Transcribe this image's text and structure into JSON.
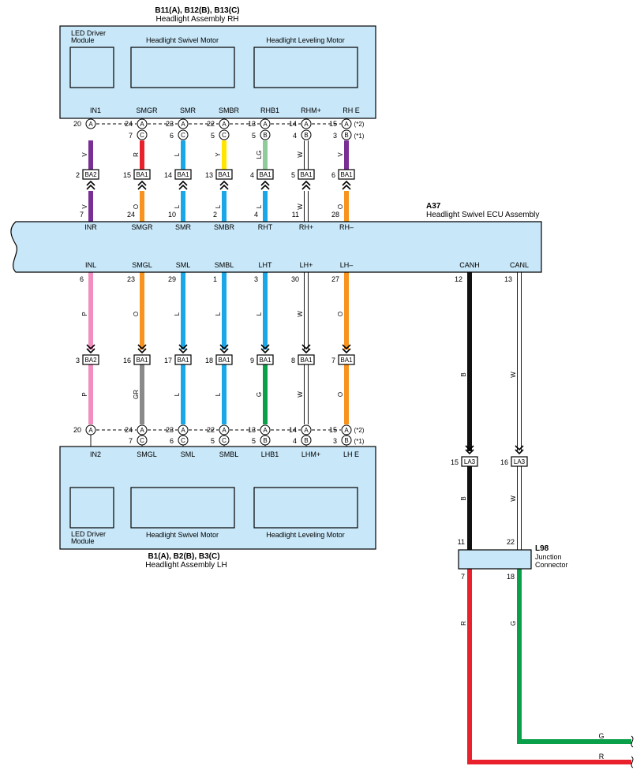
{
  "colors": {
    "V": "#7a2f95",
    "R": "#e8212d",
    "L": "#1aa7e8",
    "Y": "#ffe500",
    "LG": "#8fcc9a",
    "W": "#ffffff",
    "O": "#f7931e",
    "P": "#f28fbf",
    "GR": "#8a8a8a",
    "G": "#0aa04a",
    "B": "#111111",
    "box_fill": "#c8e7f8",
    "line": "#000000"
  },
  "rh_assembly": {
    "codes": "B11(A), B12(B), B13(C)",
    "title": "Headlight Assembly RH",
    "led_label_1": "LED Driver",
    "led_label_2": "Module",
    "swivel_label": "Headlight Swivel Motor",
    "leveling_label": "Headlight Leveling Motor"
  },
  "lh_assembly": {
    "codes": "B1(A), B2(B), B3(C)",
    "title": "Headlight Assembly LH",
    "led_label_1": "LED Driver",
    "led_label_2": "Module",
    "swivel_label": "Headlight Swivel Motor",
    "leveling_label": "Headlight Leveling Motor"
  },
  "ecu": {
    "code": "A37",
    "title": "Headlight Swivel ECU Assembly"
  },
  "junction": {
    "code": "L98",
    "title_1": "Junction",
    "title_2": "Connector"
  },
  "rh_wires": [
    {
      "term": "IN1",
      "pin": "20",
      "conn": "A",
      "color": "V",
      "jpin": "2",
      "jconn": "BA2",
      "bcolor": "V",
      "ecupin": "7",
      "ecuterm": "INR"
    },
    {
      "term": "SMGR",
      "pin": "7",
      "conn": "C",
      "color": "R",
      "jpin": "15",
      "jconn": "BA1",
      "bcolor": "O",
      "ecupin": "24",
      "ecuterm": "SMGR"
    },
    {
      "term": "SMR",
      "pin": "6",
      "conn": "C",
      "color": "L",
      "jpin": "14",
      "jconn": "BA1",
      "bcolor": "L",
      "ecupin": "10",
      "ecuterm": "SMR"
    },
    {
      "term": "SMBR",
      "pin": "5",
      "conn": "C",
      "color": "Y",
      "jpin": "13",
      "jconn": "BA1",
      "bcolor": "L",
      "ecupin": "2",
      "ecuterm": "SMBR"
    },
    {
      "term": "RHB1",
      "pin": "5",
      "conn": "B",
      "color": "LG",
      "jpin": "4",
      "jconn": "BA1",
      "bcolor": "L",
      "ecupin": "4",
      "ecuterm": "RHT"
    },
    {
      "term": "RHM+",
      "pin": "4",
      "conn": "B",
      "color": "W",
      "jpin": "5",
      "jconn": "BA1",
      "bcolor": "W",
      "ecupin": "11",
      "ecuterm": "RH+"
    },
    {
      "term": "RH E",
      "pin": "3",
      "conn": "B",
      "color": "V",
      "jpin": "6",
      "jconn": "BA1",
      "bcolor": "O",
      "ecupin": "28",
      "ecuterm": "RH–"
    }
  ],
  "rh_a_pins": [
    "24",
    "23",
    "22",
    "13",
    "14",
    "15"
  ],
  "lh_wires": [
    {
      "term": "IN2",
      "pin": "20",
      "conn": "A",
      "color": "P",
      "jpin": "3",
      "jconn": "BA2",
      "tcolor": "P",
      "ecupin": "6",
      "ecuterm": "INL"
    },
    {
      "term": "SMGL",
      "pin": "7",
      "conn": "C",
      "color": "GR",
      "jpin": "16",
      "jconn": "BA1",
      "tcolor": "O",
      "ecupin": "23",
      "ecuterm": "SMGL"
    },
    {
      "term": "SML",
      "pin": "6",
      "conn": "C",
      "color": "L",
      "jpin": "17",
      "jconn": "BA1",
      "tcolor": "L",
      "ecupin": "29",
      "ecuterm": "SML"
    },
    {
      "term": "SMBL",
      "pin": "5",
      "conn": "C",
      "color": "L",
      "jpin": "18",
      "jconn": "BA1",
      "tcolor": "L",
      "ecupin": "1",
      "ecuterm": "SMBL"
    },
    {
      "term": "LHB1",
      "pin": "5",
      "conn": "B",
      "color": "G",
      "jpin": "9",
      "jconn": "BA1",
      "tcolor": "L",
      "ecupin": "3",
      "ecuterm": "LHT"
    },
    {
      "term": "LHM+",
      "pin": "4",
      "conn": "B",
      "color": "W",
      "jpin": "8",
      "jconn": "BA1",
      "tcolor": "W",
      "ecupin": "30",
      "ecuterm": "LH+"
    },
    {
      "term": "LH E",
      "pin": "3",
      "conn": "B",
      "color": "O",
      "jpin": "7",
      "jconn": "BA1",
      "tcolor": "O",
      "ecupin": "27",
      "ecuterm": "LH–"
    }
  ],
  "lh_a_pins": [
    "24",
    "23",
    "22",
    "13",
    "14",
    "15"
  ],
  "variant_notes": [
    "(*2)",
    "(*1)"
  ],
  "can": [
    {
      "term": "CANH",
      "ecupin": "12",
      "color": "B",
      "jpin": "15",
      "jconn": "LA3",
      "jcpin": "11",
      "out_pin": "7",
      "out_color": "R"
    },
    {
      "term": "CANL",
      "ecupin": "13",
      "color": "W",
      "jpin": "16",
      "jconn": "LA3",
      "jcpin": "22",
      "out_pin": "18",
      "out_color": "G"
    }
  ]
}
